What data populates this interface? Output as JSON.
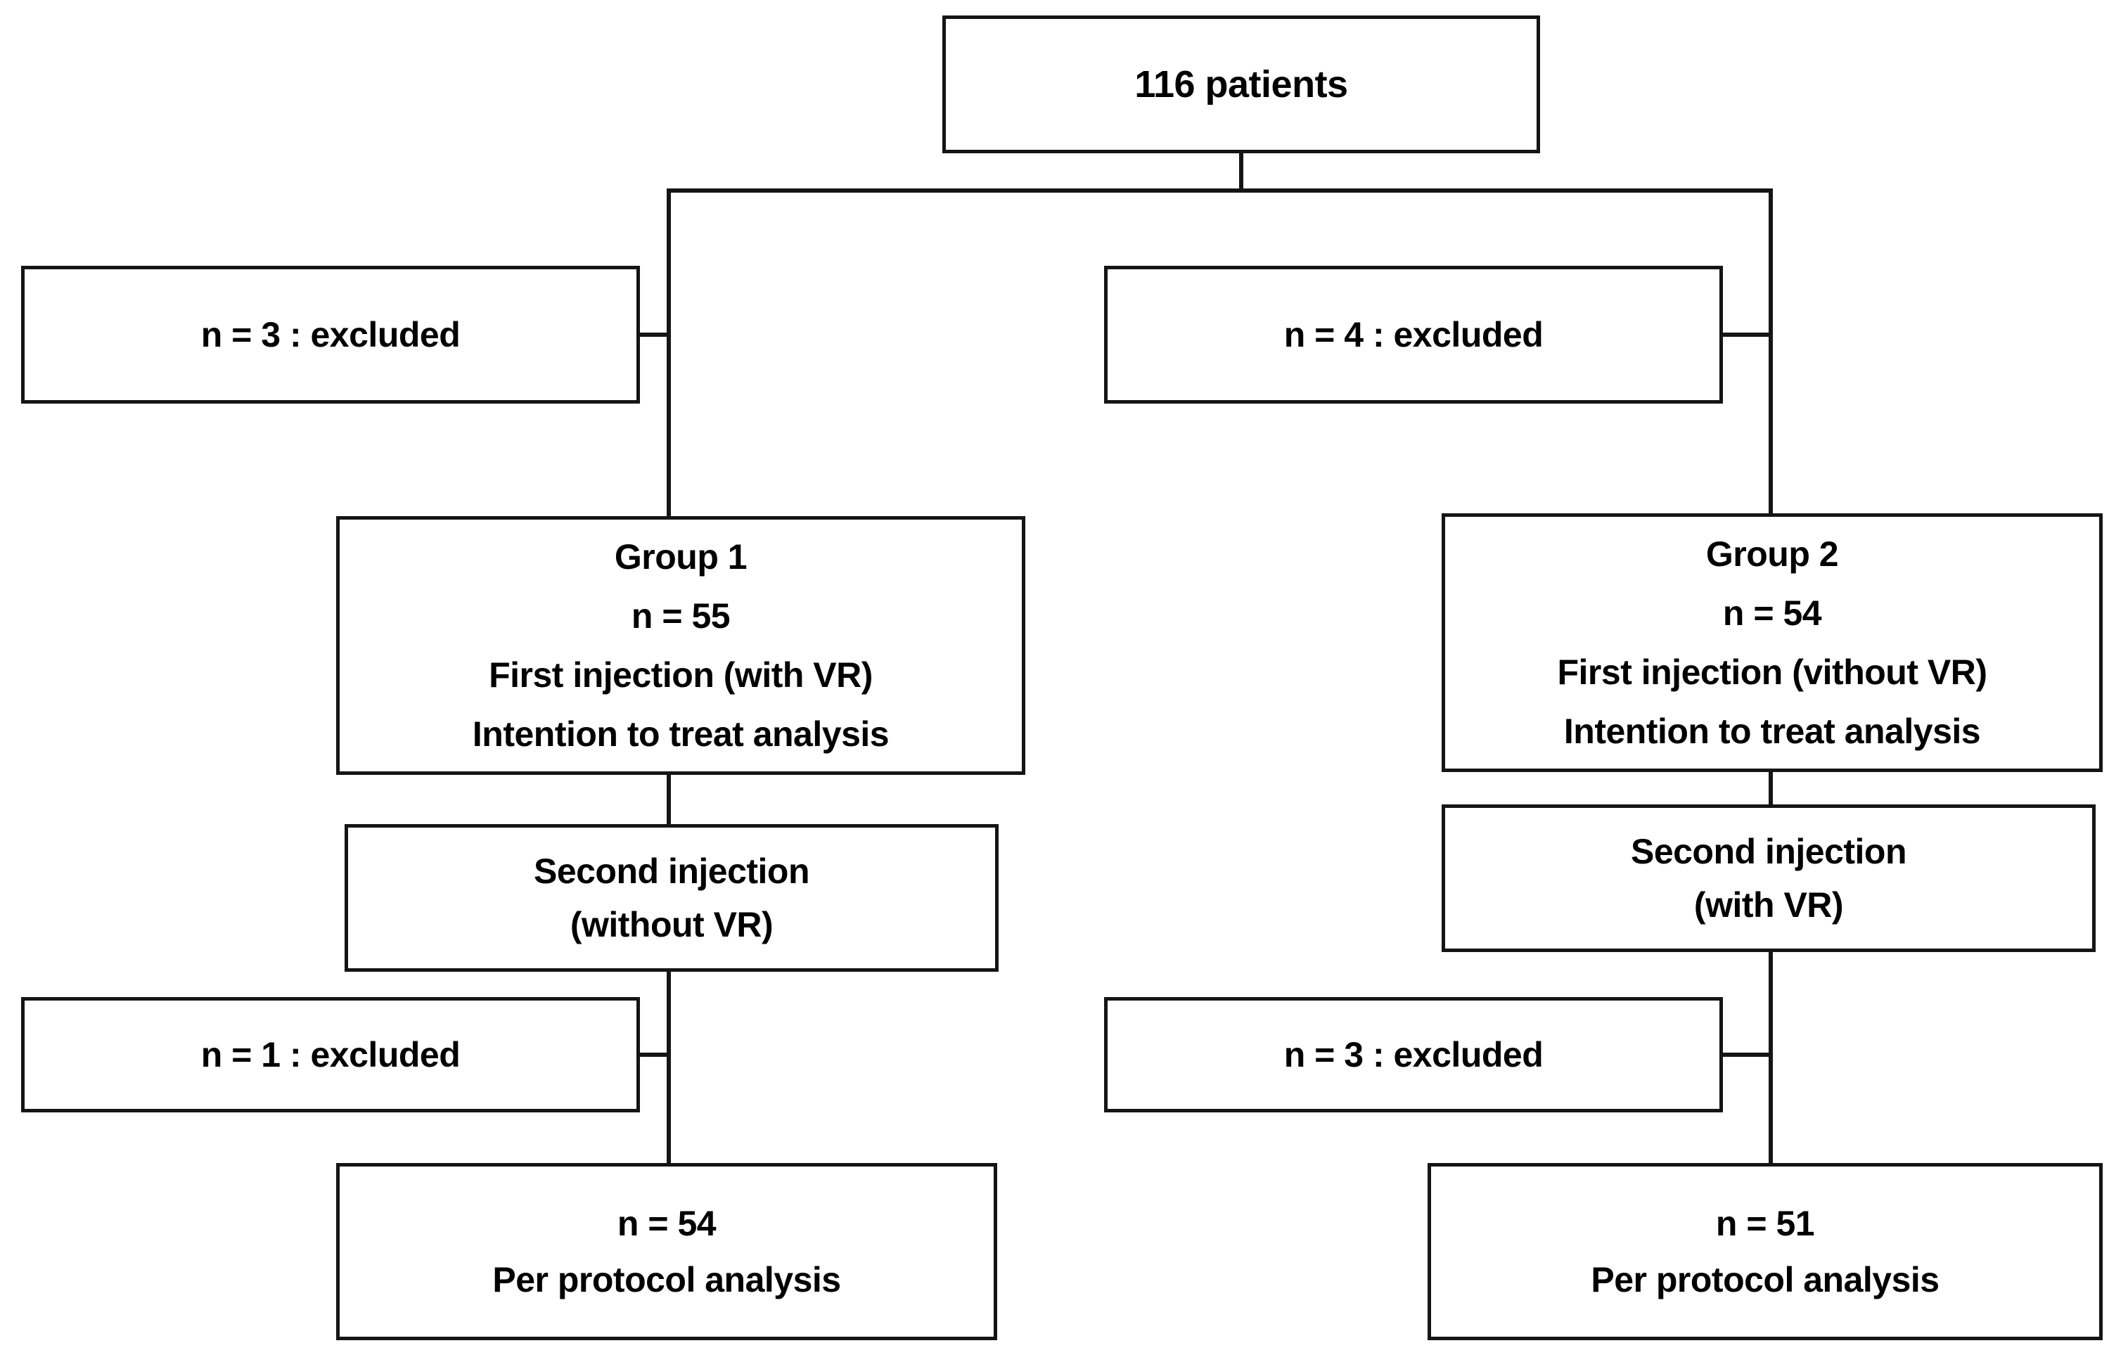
{
  "figure": {
    "type": "flowchart",
    "subtype": "consort-patient-flow",
    "orientation": "top-down, two-arm"
  },
  "nodes": {
    "total": {
      "lines": [
        "116 patients"
      ],
      "count": 116
    },
    "excluded_first_left": {
      "lines": [
        "n = 3 : excluded"
      ],
      "count": 3
    },
    "excluded_first_right": {
      "lines": [
        "n = 4 : excluded"
      ],
      "count": 4
    },
    "group1": {
      "title": "Group  1",
      "n_label": "n = 55",
      "count": 55,
      "line_injection": "First injection (with VR)",
      "line_analysis": "Intention to treat analysis"
    },
    "group2": {
      "title": "Group  2",
      "n_label": "n = 54",
      "count": 54,
      "line_injection": "First injection (vithout VR)",
      "line_analysis": "Intention to treat analysis"
    },
    "second_injection_left": {
      "line1": "Second injection",
      "line2": "(without VR)"
    },
    "second_injection_right": {
      "line1": "Second injection",
      "line2": "(with VR)"
    },
    "excluded_second_left": {
      "lines": [
        "n = 1 : excluded"
      ],
      "count": 1
    },
    "excluded_second_right": {
      "lines": [
        "n = 3 : excluded"
      ],
      "count": 3
    },
    "per_protocol_left": {
      "n_label": "n = 54",
      "count": 54,
      "line_analysis": "Per protocol analysis"
    },
    "per_protocol_right": {
      "n_label": "n = 51",
      "count": 51,
      "line_analysis": "Per protocol analysis"
    }
  },
  "style": {
    "line_color": "#151515",
    "text_color": "#000000",
    "background": "#ffffff"
  }
}
